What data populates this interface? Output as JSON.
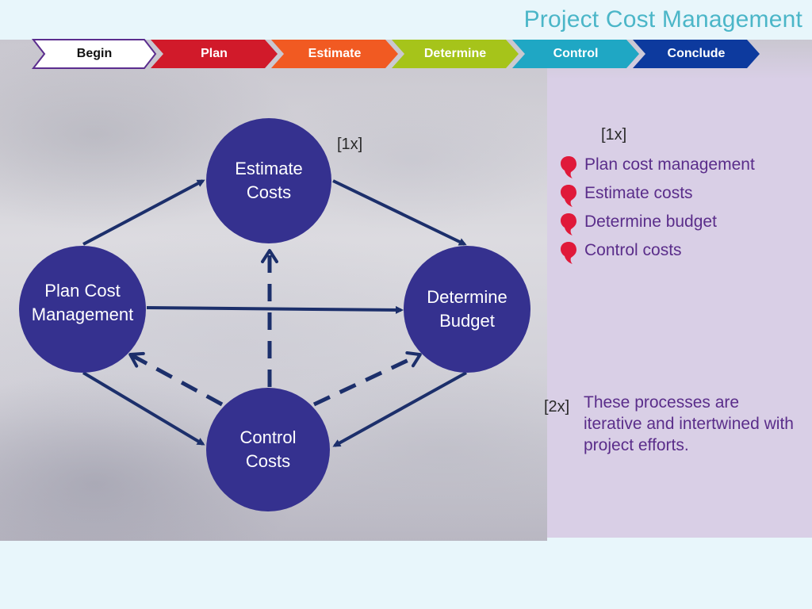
{
  "title": "Project Cost Management",
  "nav": {
    "steps": [
      {
        "label": "Begin",
        "color": "#ffffff",
        "text_color": "#111111",
        "outline": "#5b2d8e"
      },
      {
        "label": "Plan",
        "color": "#d11a2a",
        "text_color": "#ffffff"
      },
      {
        "label": "Estimate",
        "color": "#f15a22",
        "text_color": "#ffffff"
      },
      {
        "label": "Determine",
        "color": "#a6c41a",
        "text_color": "#ffffff"
      },
      {
        "label": "Control",
        "color": "#1fa7c4",
        "text_color": "#ffffff"
      },
      {
        "label": "Conclude",
        "color": "#0d3a9e",
        "text_color": "#ffffff"
      }
    ]
  },
  "diagram": {
    "node_color": "#35318f",
    "arrow_color": "#1c2f6b",
    "nodes": {
      "estimate": [
        "Estimate",
        "Costs"
      ],
      "plan": [
        "Plan Cost",
        "Management"
      ],
      "determine": [
        "Determine",
        "Budget"
      ],
      "control": [
        "Control",
        "Costs"
      ]
    },
    "tag": "[1x]"
  },
  "panel": {
    "tag": "[1x]",
    "bullet_color": "#e0193a",
    "items": [
      "Plan cost management",
      "Estimate costs",
      "Determine budget",
      "Control costs"
    ],
    "note_tag": "[2x]",
    "note": "These processes are iterative and intertwined with project efforts."
  }
}
